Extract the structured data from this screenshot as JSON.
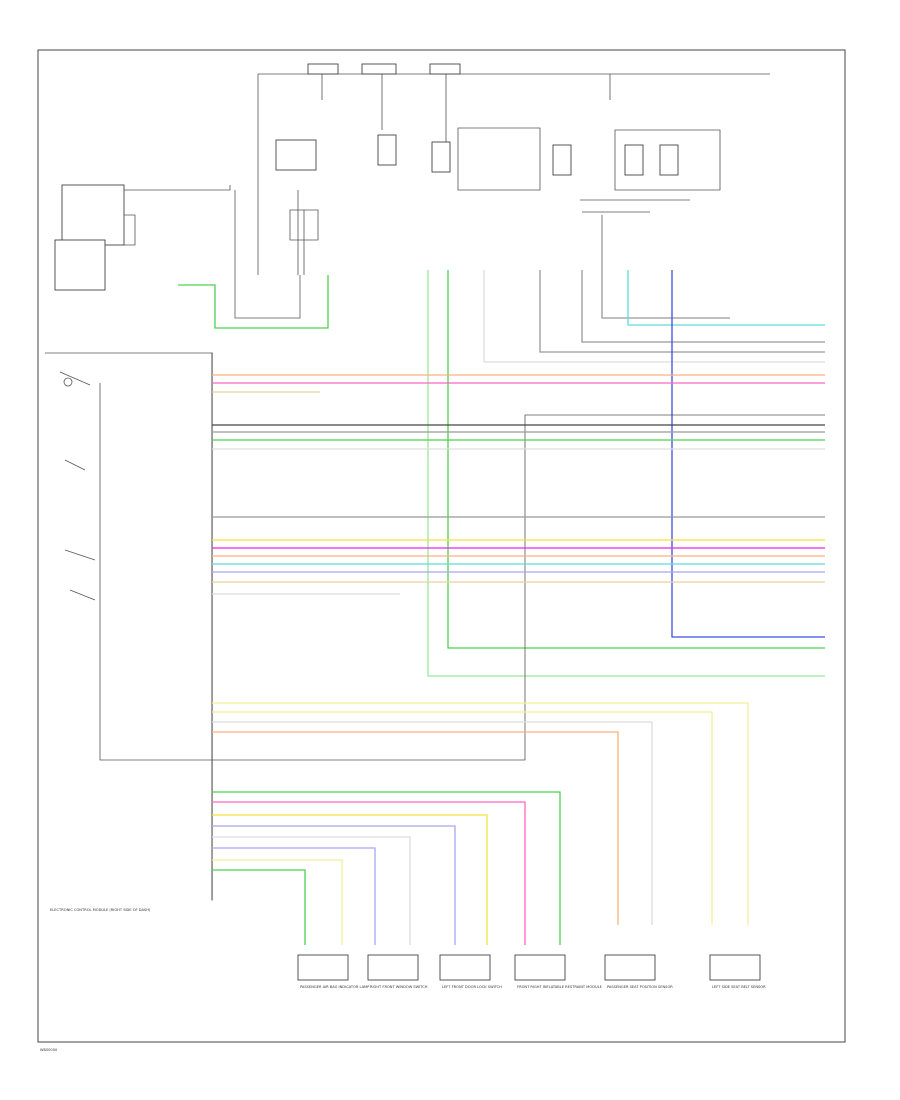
{
  "diagram": {
    "footer_code": "W8S0000",
    "module_label": "ELECTRONIC CONTROL MODULE (RIGHT SIDE OF DASH)",
    "components": [
      {
        "id": "idm",
        "label": "PASSENGER AIR BAG INDICATOR LAMP"
      },
      {
        "id": "ovs",
        "label": "RIGHT FRONT WINDOW SWITCH"
      },
      {
        "id": "lfd",
        "label": "LEFT FRONT DOOR LOCK SWITCH"
      },
      {
        "id": "frs",
        "label": "FRONT RIGHT INFLATABLE RESTRAINT MODULE"
      },
      {
        "id": "sps",
        "label": "PASSENGER SEAT POSITION SENSOR"
      },
      {
        "id": "lss",
        "label": "LEFT SIDE SEAT BELT SENSOR"
      }
    ],
    "colors": {
      "green": "#4fd14f",
      "light_green": "#9be89b",
      "pink": "#ff66c4",
      "magenta": "#ee22ee",
      "orange": "#ffb07a",
      "yellow": "#f2e23a",
      "light_yellow": "#f5ef9a",
      "cyan": "#62dada",
      "blue": "#3b4fe0",
      "lavender": "#a8a8f0",
      "gray": "#999999",
      "dark": "#444444",
      "tan": "#e8d39a"
    }
  }
}
